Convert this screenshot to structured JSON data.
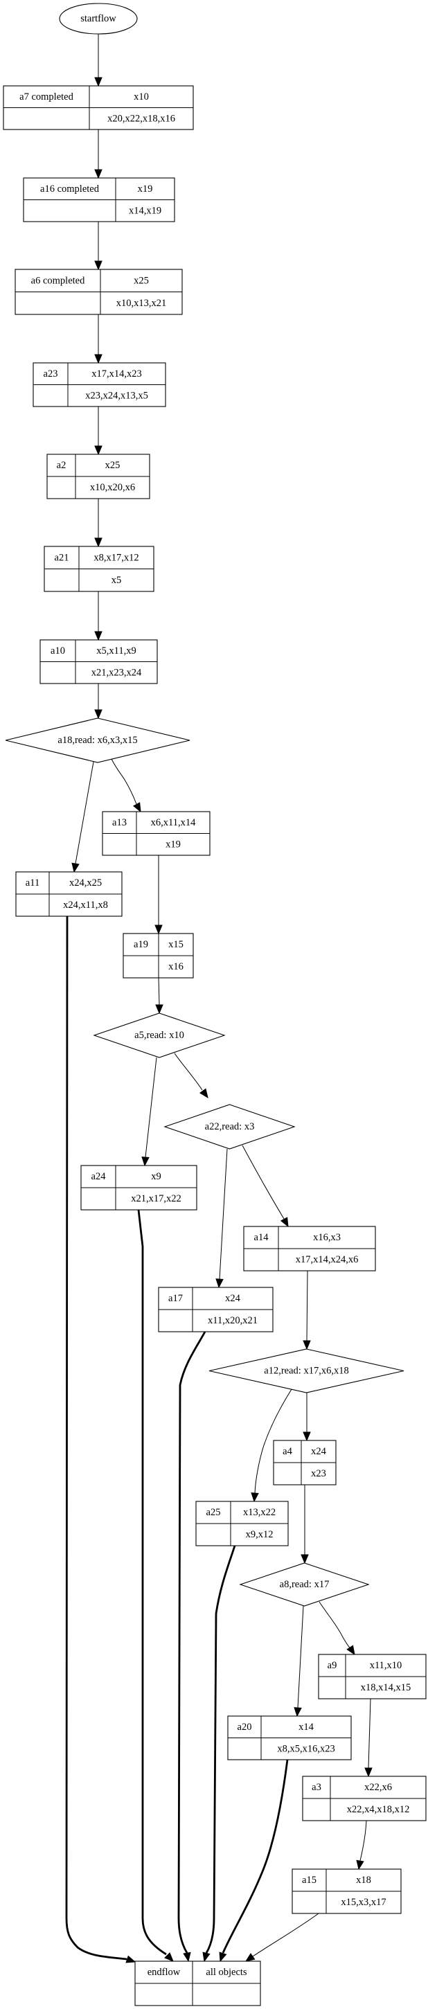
{
  "diagram": {
    "title": "",
    "start": {
      "id": "startflow",
      "label": "startflow"
    },
    "end": {
      "id": "endflow",
      "label": "endflow",
      "objects_label": "all objects",
      "objects_row2": ""
    },
    "nodes": [
      {
        "id": "a7",
        "type": "activity",
        "label": "a7 completed",
        "writes": "x10",
        "reads": "x20,x22,x18,x16"
      },
      {
        "id": "a16",
        "type": "activity",
        "label": "a16 completed",
        "writes": "x19",
        "reads": "x14,x19"
      },
      {
        "id": "a6",
        "type": "activity",
        "label": "a6 completed",
        "writes": "x25",
        "reads": "x10,x13,x21"
      },
      {
        "id": "a23",
        "type": "activity",
        "label": "a23",
        "writes": "x17,x14,x23",
        "reads": "x23,x24,x13,x5"
      },
      {
        "id": "a2",
        "type": "activity",
        "label": "a2",
        "writes": "x25",
        "reads": "x10,x20,x6"
      },
      {
        "id": "a21",
        "type": "activity",
        "label": "a21",
        "writes": "x8,x17,x12",
        "reads": "x5"
      },
      {
        "id": "a10",
        "type": "activity",
        "label": "a10",
        "writes": "x5,x11,x9",
        "reads": "x21,x23,x24"
      },
      {
        "id": "a18",
        "type": "decision",
        "label": "a18,read: x6,x3,x15"
      },
      {
        "id": "a13",
        "type": "activity",
        "label": "a13",
        "writes": "x6,x11,x14",
        "reads": "x19"
      },
      {
        "id": "a11",
        "type": "activity",
        "label": "a11",
        "writes": "x24,x25",
        "reads": "x24,x11,x8"
      },
      {
        "id": "a19",
        "type": "activity",
        "label": "a19",
        "writes": "x15",
        "reads": "x16"
      },
      {
        "id": "a5",
        "type": "decision",
        "label": "a5,read: x10"
      },
      {
        "id": "a22",
        "type": "decision",
        "label": "a22,read: x3"
      },
      {
        "id": "a24",
        "type": "activity",
        "label": "a24",
        "writes": "x9",
        "reads": "x21,x17,x22"
      },
      {
        "id": "a14",
        "type": "activity",
        "label": "a14",
        "writes": "x16,x3",
        "reads": "x17,x14,x24,x6"
      },
      {
        "id": "a17",
        "type": "activity",
        "label": "a17",
        "writes": "x24",
        "reads": "x11,x20,x21"
      },
      {
        "id": "a12",
        "type": "decision",
        "label": "a12,read: x17,x6,x18"
      },
      {
        "id": "a4",
        "type": "activity",
        "label": "a4",
        "writes": "x24",
        "reads": "x23"
      },
      {
        "id": "a25",
        "type": "activity",
        "label": "a25",
        "writes": "x13,x22",
        "reads": "x9,x12"
      },
      {
        "id": "a8",
        "type": "decision",
        "label": "a8,read: x17"
      },
      {
        "id": "a9",
        "type": "activity",
        "label": "a9",
        "writes": "x11,x10",
        "reads": "x18,x14,x15"
      },
      {
        "id": "a20",
        "type": "activity",
        "label": "a20",
        "writes": "x14",
        "reads": "x8,x5,x16,x23"
      },
      {
        "id": "a3",
        "type": "activity",
        "label": "a3",
        "writes": "x22,x6",
        "reads": "x22,x4,x18,x12"
      },
      {
        "id": "a15",
        "type": "activity",
        "label": "a15",
        "writes": "x18",
        "reads": "x15,x3,x17"
      }
    ],
    "edges": [
      {
        "from": "startflow",
        "to": "a7"
      },
      {
        "from": "a7",
        "to": "a16"
      },
      {
        "from": "a16",
        "to": "a6"
      },
      {
        "from": "a6",
        "to": "a23"
      },
      {
        "from": "a23",
        "to": "a2"
      },
      {
        "from": "a2",
        "to": "a21"
      },
      {
        "from": "a21",
        "to": "a10"
      },
      {
        "from": "a10",
        "to": "a18"
      },
      {
        "from": "a18",
        "to": "a11"
      },
      {
        "from": "a18",
        "to": "a13"
      },
      {
        "from": "a13",
        "to": "a19"
      },
      {
        "from": "a19",
        "to": "a5"
      },
      {
        "from": "a5",
        "to": "a24"
      },
      {
        "from": "a5",
        "to": "a22"
      },
      {
        "from": "a22",
        "to": "a17"
      },
      {
        "from": "a22",
        "to": "a14"
      },
      {
        "from": "a14",
        "to": "a12"
      },
      {
        "from": "a12",
        "to": "a25"
      },
      {
        "from": "a12",
        "to": "a4"
      },
      {
        "from": "a4",
        "to": "a8"
      },
      {
        "from": "a8",
        "to": "a20"
      },
      {
        "from": "a8",
        "to": "a9"
      },
      {
        "from": "a9",
        "to": "a3"
      },
      {
        "from": "a3",
        "to": "a15"
      },
      {
        "from": "a11",
        "to": "endflow",
        "bold": true
      },
      {
        "from": "a24",
        "to": "endflow",
        "bold": true
      },
      {
        "from": "a17",
        "to": "endflow",
        "bold": true
      },
      {
        "from": "a25",
        "to": "endflow",
        "bold": true
      },
      {
        "from": "a20",
        "to": "endflow",
        "bold": true
      },
      {
        "from": "a15",
        "to": "endflow"
      }
    ]
  }
}
